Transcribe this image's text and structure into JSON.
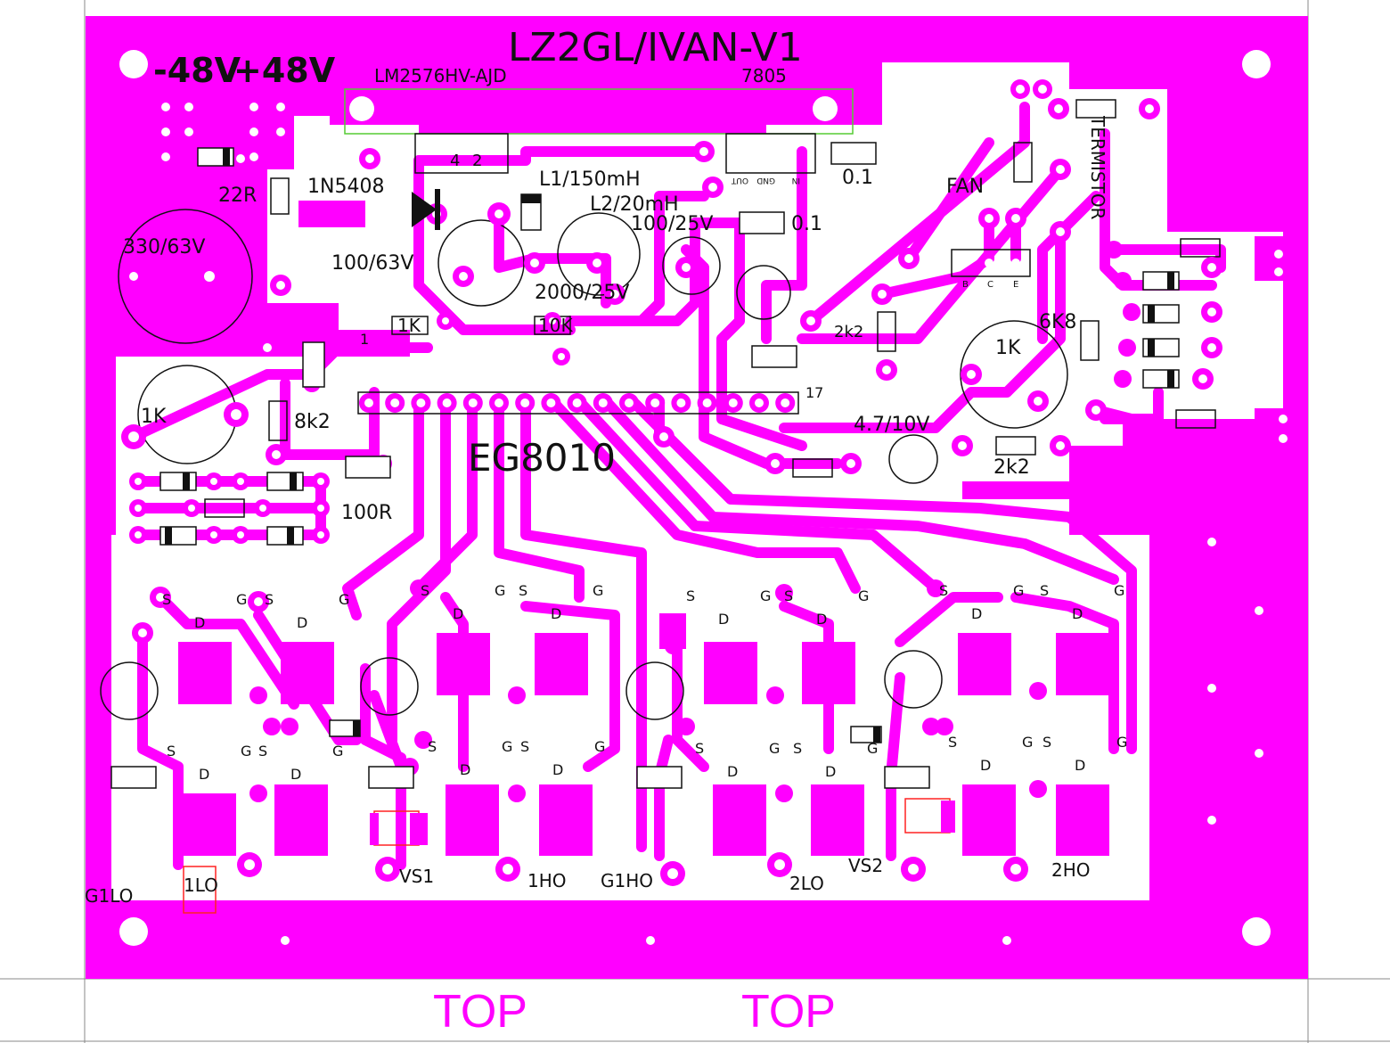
{
  "board": {
    "title": "LZ2GL/IVAN-V1",
    "bottom_labels": [
      "TOP",
      "TOP"
    ],
    "colors": {
      "copper": "#ff00ff",
      "silkscreen": "#111111",
      "pad_hole": "#ffffff",
      "outline_green": "#55cc33",
      "outline_red": "#ff2222"
    }
  },
  "labels": {
    "v_neg": "-48V",
    "v_pos": "+48V",
    "reg1": "LM2576HV-AJD",
    "reg2": "7805",
    "r_22r": "22R",
    "d_1n5408": "1N5408",
    "c_330_63": "330/63V",
    "c_100_63": "100/63V",
    "l1": "L1/150mH",
    "l2": "L2/20mH",
    "c_100_25": "100/25V",
    "c_2000_25": "2000/25V",
    "c_0_1a": "0.1",
    "c_0_1b": "0.1",
    "fan": "FAN",
    "termistor": "TERMISTOR",
    "r_1k_a": "1K",
    "r_10k": "10K",
    "pin1": "1",
    "r_2k2_a": "2k2",
    "r_6k8": "6K8",
    "pot_1k_right": "1K",
    "pot_1k_left": "1K",
    "r_8k2": "8k2",
    "ic": "EG8010",
    "pin17": "17",
    "c_4_7_10": "4.7/10V",
    "r_2k2_b": "2k2",
    "r_100r": "100R",
    "bce": [
      "B",
      "C",
      "E"
    ],
    "reg_pins": [
      "OUT",
      "GND",
      "IN"
    ],
    "reg1_pins": [
      "4",
      "2"
    ],
    "outputs": {
      "g1lo": "G1LO",
      "lo1": "1LO",
      "vs1": "VS1",
      "ho1": "1HO",
      "g1ho": "G1HO",
      "lo2": "2LO",
      "vs2": "VS2",
      "ho2": "2HO"
    },
    "mosfet_pins": {
      "s": "S",
      "g": "G",
      "d": "D"
    }
  }
}
